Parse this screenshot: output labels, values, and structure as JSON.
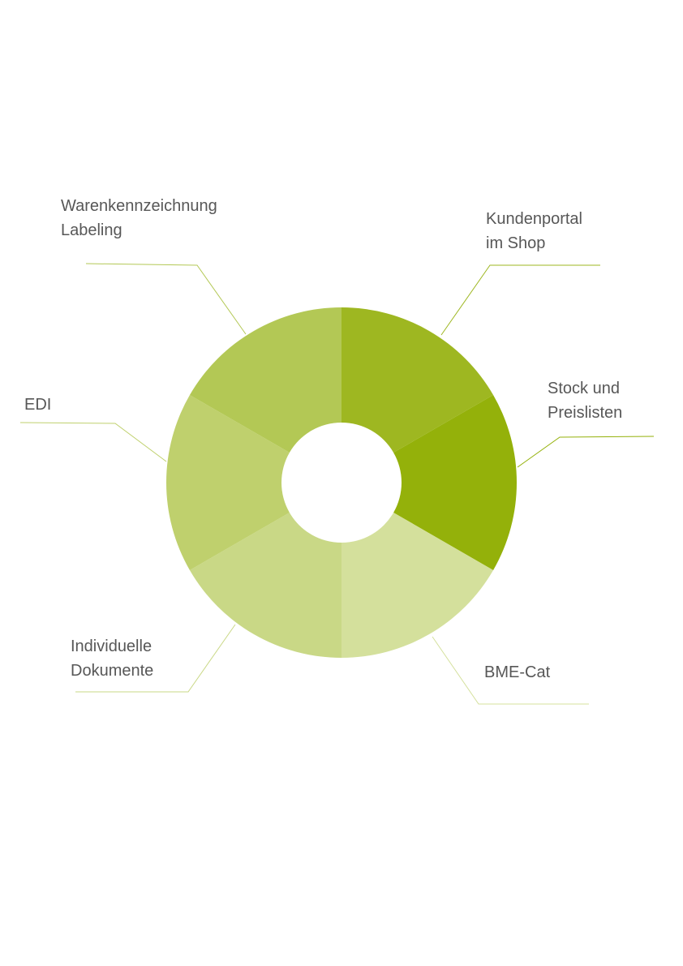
{
  "chart_data": {
    "type": "pie",
    "subtype": "donut",
    "title": "",
    "start": "top",
    "direction": "clockwise",
    "slices": [
      {
        "label_lines": [
          "Kundenportal",
          "im Shop"
        ],
        "value": 1,
        "color": "#9eb721"
      },
      {
        "label_lines": [
          "Stock und",
          "Preislisten"
        ],
        "value": 1,
        "color": "#94b10a"
      },
      {
        "label_lines": [
          "BME-Cat"
        ],
        "value": 1,
        "color": "#d4e09c"
      },
      {
        "label_lines": [
          "Individuelle",
          "Dokumente"
        ],
        "value": 1,
        "color": "#c9d886"
      },
      {
        "label_lines": [
          "EDI"
        ],
        "value": 1,
        "color": "#bfd06d"
      },
      {
        "label_lines": [
          "Warenkennzeichnung",
          "Labeling"
        ],
        "value": 1,
        "color": "#b3c855"
      }
    ]
  }
}
